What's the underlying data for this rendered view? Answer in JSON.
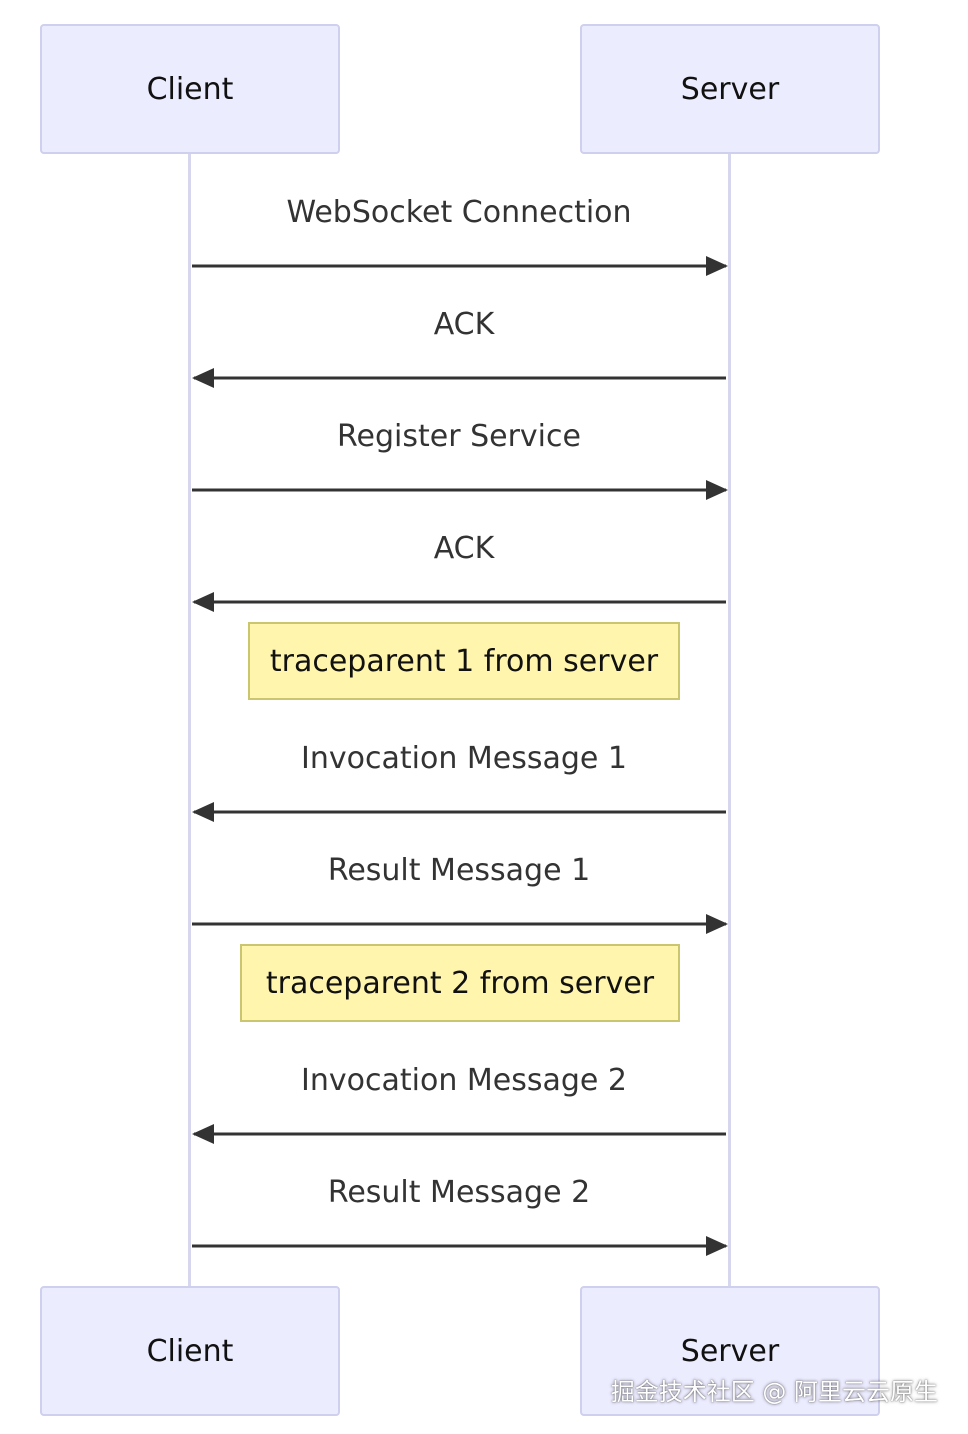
{
  "participants": {
    "client": "Client",
    "server": "Server"
  },
  "messages": [
    {
      "label": "WebSocket Connection",
      "from": "client",
      "to": "server"
    },
    {
      "label": "ACK",
      "from": "server",
      "to": "client"
    },
    {
      "label": "Register Service",
      "from": "client",
      "to": "server"
    },
    {
      "label": "ACK",
      "from": "server",
      "to": "client"
    },
    {
      "label": "Invocation Message 1",
      "from": "server",
      "to": "client"
    },
    {
      "label": "Result Message 1",
      "from": "client",
      "to": "server"
    },
    {
      "label": "Invocation Message 2",
      "from": "server",
      "to": "client"
    },
    {
      "label": "Result Message 2",
      "from": "client",
      "to": "server"
    }
  ],
  "notes": [
    {
      "text": "traceparent 1 from server"
    },
    {
      "text": "traceparent 2 from server"
    }
  ],
  "watermark": "掘金技术社区 @ 阿里云云原生",
  "colors": {
    "actor_fill": "#ECECFF",
    "actor_border": "#CFCFEE",
    "lifeline": "#D6D6EE",
    "arrow": "#333333",
    "note_fill": "#FFF5AD",
    "note_border": "#C9C66F"
  }
}
